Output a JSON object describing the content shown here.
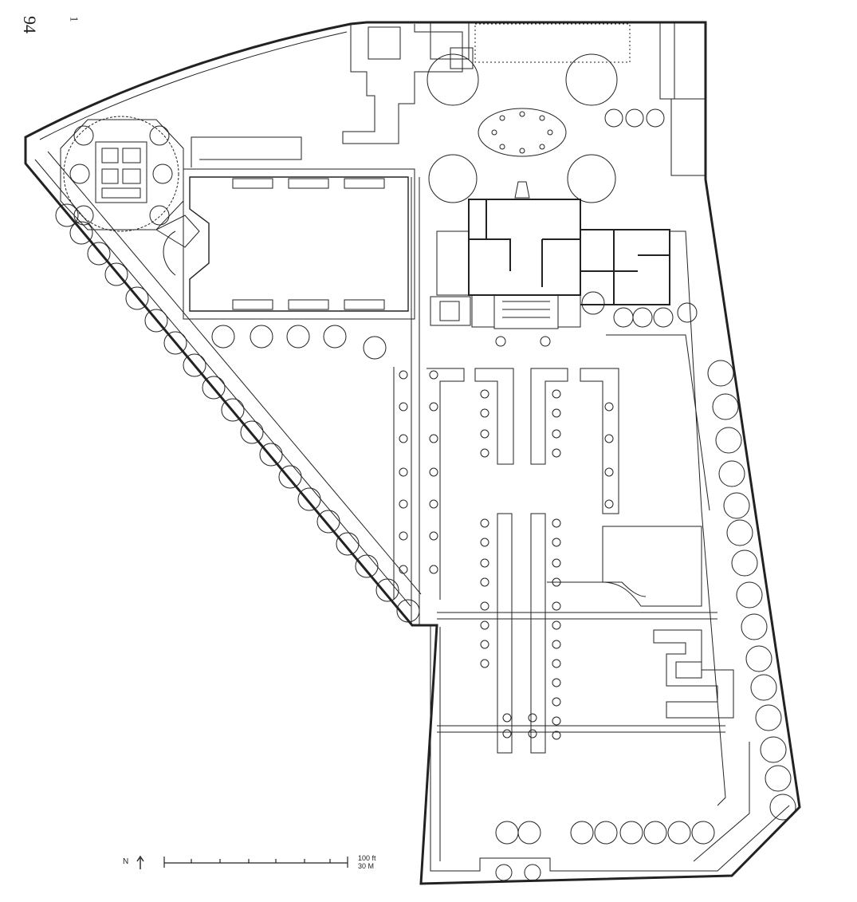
{
  "page": {
    "number": "94",
    "plate": "1"
  },
  "scale_bar": {
    "feet_label": "100 ft",
    "meters_label": "30 M"
  },
  "north_arrow": {
    "letter": "N",
    "icon": "north-arrow-icon"
  },
  "colors": {
    "ink": "#222222",
    "paper": "#ffffff"
  }
}
